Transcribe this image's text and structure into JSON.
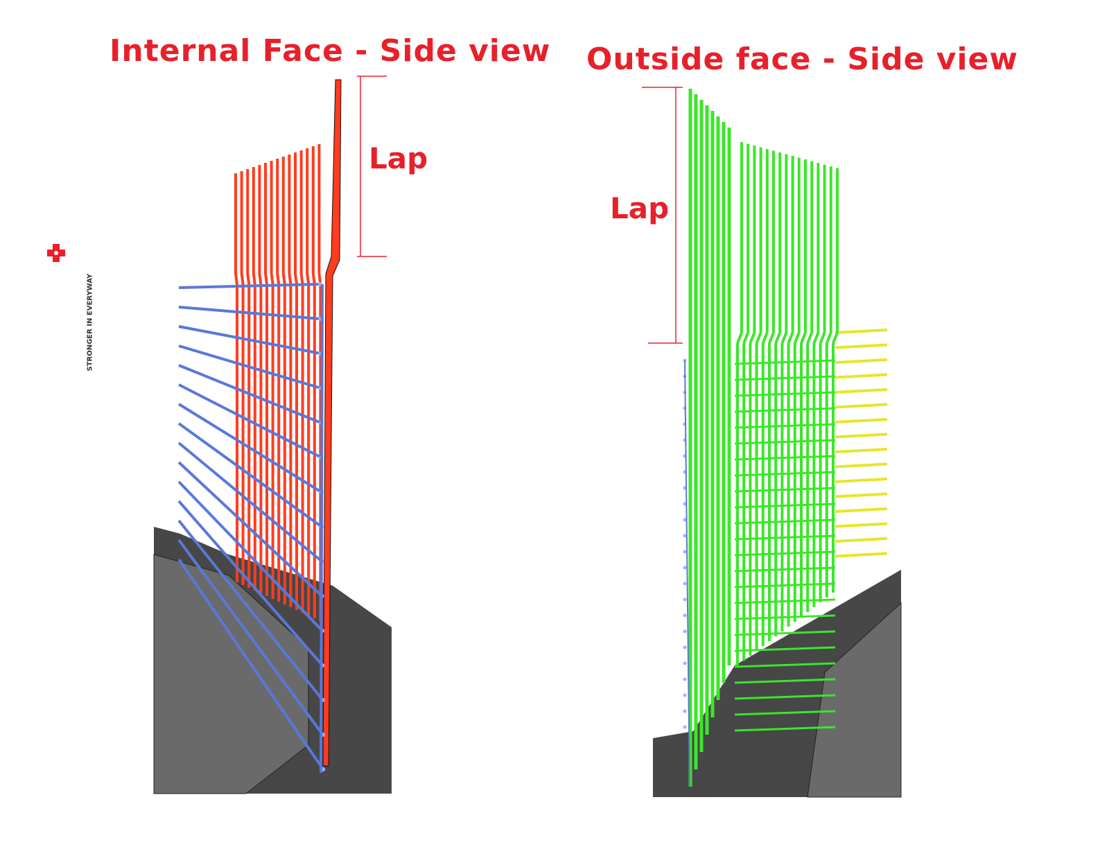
{
  "left_panel": {
    "title": "Internal Face - Side view",
    "lap_label": "Lap",
    "bar_color": "#ff3c1e",
    "tie_color": "#5a78d8"
  },
  "right_panel": {
    "title": "Outside face - Side view",
    "lap_label": "Lap",
    "bar_color": "#3ce62a",
    "stub_color": "#e6e62a"
  },
  "logo": {
    "tagline": "STRONGER IN EVERYWAY",
    "color": "#e8202a"
  },
  "colors": {
    "annotation": "#e8202a",
    "concrete": "#474747"
  }
}
